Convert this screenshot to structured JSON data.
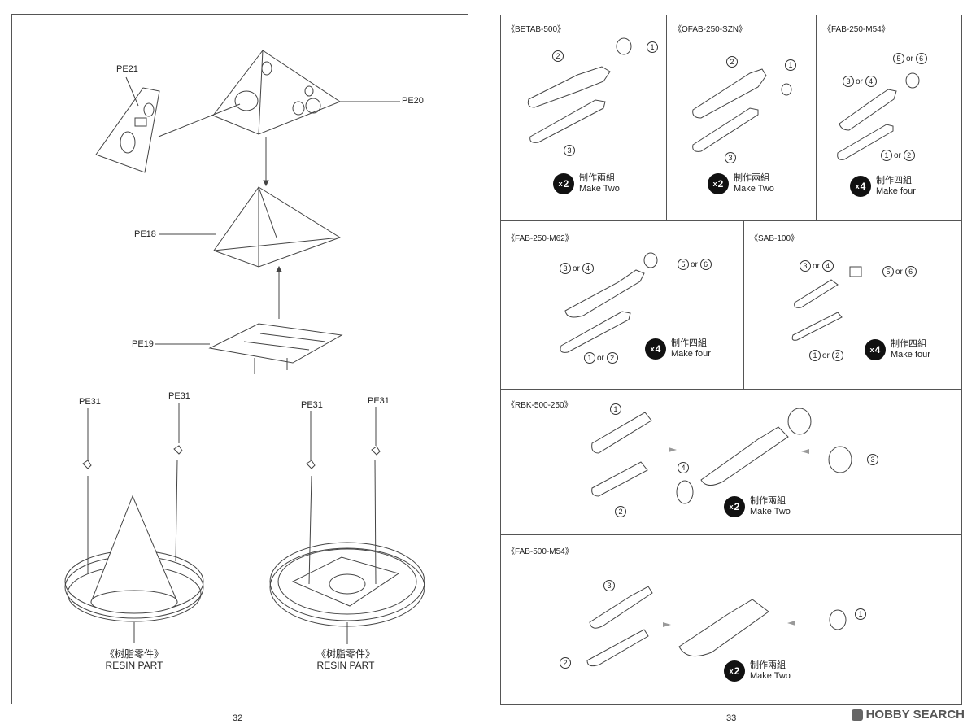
{
  "left_page": {
    "parts": {
      "pe21": "PE21",
      "pe20": "PE20",
      "pe18": "PE18",
      "pe19": "PE19",
      "pe31_a": "PE31",
      "pe31_b": "PE31",
      "pe31_c": "PE31",
      "pe31_d": "PE31"
    },
    "resin_a": {
      "cn": "《树脂零件》",
      "en": "RESIN PART"
    },
    "resin_b": {
      "cn": "《树脂零件》",
      "en": "RESIN PART"
    },
    "page_number": "32"
  },
  "right_page": {
    "betab": {
      "title": "《BETAB-500》",
      "c1": "1",
      "c2": "2",
      "c3": "3",
      "mult": "2",
      "cn": "制作兩組",
      "en": "Make Two"
    },
    "ofab": {
      "title": "《OFAB-250-SZN》",
      "c1": "1",
      "c2": "2",
      "c3": "3",
      "mult": "2",
      "cn": "制作兩組",
      "en": "Make Two"
    },
    "fab_m54": {
      "title": "《FAB-250-M54》",
      "c5": "5",
      "c6": "6",
      "c3": "3",
      "c4": "4",
      "c1": "1",
      "c2": "2",
      "or": "or",
      "mult": "4",
      "cn": "制作四組",
      "en": "Make four"
    },
    "fab_m62": {
      "title": "《FAB-250-M62》",
      "c3": "3",
      "c4": "4",
      "c5": "5",
      "c6": "6",
      "c1": "1",
      "c2": "2",
      "or": "or",
      "mult": "4",
      "cn": "制作四組",
      "en": "Make four"
    },
    "sab": {
      "title": "《SAB-100》",
      "c3": "3",
      "c4": "4",
      "c5": "5",
      "c6": "6",
      "c1": "1",
      "c2": "2",
      "or": "or",
      "mult": "4",
      "cn": "制作四組",
      "en": "Make four"
    },
    "rbk": {
      "title": "《RBK-500-250》",
      "c1": "1",
      "c2": "2",
      "c3": "3",
      "c4": "4",
      "mult": "2",
      "cn": "制作兩組",
      "en": "Make Two"
    },
    "fab500": {
      "title": "《FAB-500-M54》",
      "c1": "1",
      "c2": "2",
      "c3": "3",
      "mult": "2",
      "cn": "制作兩組",
      "en": "Make Two"
    },
    "page_number": "33"
  },
  "watermark": "HOBBY SEARCH",
  "colors": {
    "line": "#444444",
    "badge": "#111111"
  }
}
